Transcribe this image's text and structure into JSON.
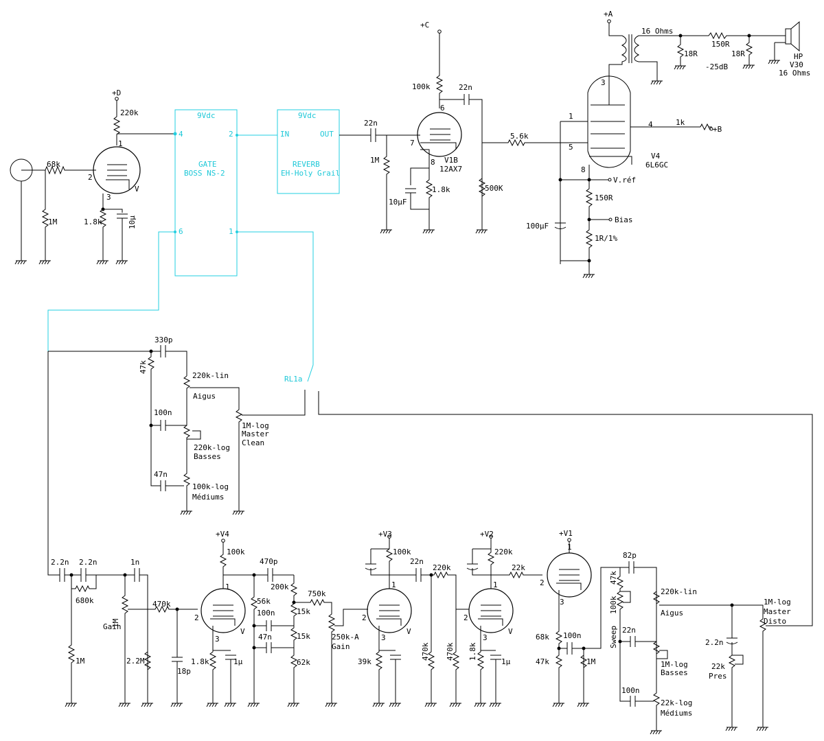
{
  "power": {
    "pD": "+D",
    "pC": "+C",
    "pA": "+A",
    "pB": "+B",
    "v1": "+V1",
    "v2": "+V2",
    "v3": "+V3",
    "v4": "+V4"
  },
  "pins": {
    "p1": "1",
    "p2": "2",
    "p3": "3",
    "p4": "4",
    "p5": "5",
    "p6": "6",
    "p7": "7",
    "p8": "8"
  },
  "tubes": {
    "v": "V",
    "v1b": "V1B",
    "tt12": "12AX7",
    "v4": "V4",
    "t6l6": "6L6GC"
  },
  "input_stage": {
    "r220k": "220k",
    "r68k": "68k",
    "r1m": "1M",
    "r18k": "1.8k",
    "c10u": "10µ"
  },
  "gate": {
    "supply": "9Vdc",
    "title": "GATE",
    "model": "BOSS NS-2",
    "pin4": "4",
    "pin2": "2",
    "pin6": "6",
    "pin1": "1"
  },
  "reverb": {
    "supply": "9Vdc",
    "in": "IN",
    "out": "OUT",
    "title": "REVERB",
    "model": "EH-Holy Grail"
  },
  "v1b_stage": {
    "c22n_in": "22n",
    "r1m": "1M",
    "r100k": "100k",
    "c22n_out": "22n",
    "r18k": "1.8k",
    "c10uf": "10µF",
    "r500k": "500K"
  },
  "power_stage": {
    "ohms16": "16 Ohms",
    "r18r_a": "18R",
    "r150r": "150R",
    "r18r_b": "18R",
    "db": "-25dB",
    "hp": "HP",
    "v30": "V30",
    "ohms": "16 Ohms",
    "r56k": "5.6k",
    "r1k": "1k",
    "vref": "V.réf",
    "r150": "150R",
    "bias": "Bias",
    "c100uf": "100µF",
    "r1r": "1R/1%"
  },
  "clean_tone": {
    "c330p": "330p",
    "r47k": "47k",
    "aigus_pot": "220k-lin",
    "aigus": "Aigus",
    "c100n": "100n",
    "master_pot": "1M-log",
    "master": "Master",
    "clean": "Clean",
    "basses_pot": "220k-log",
    "basses": "Basses",
    "c47n": "47n",
    "medium_pot": "100k-log",
    "mediums": "Médiums",
    "relay": "RL1a"
  },
  "disto": {
    "c22n_a": "2.2n",
    "c22n_b": "2.2n",
    "c1n": "1n",
    "r680k": "680k",
    "r1m_gain": "1M",
    "gain": "Gain",
    "r470k": "470k",
    "r1m": "1M",
    "r22m": "2.2M",
    "c18p": "18p",
    "v4r100k": "100k",
    "c470p": "470p",
    "r200k": "200k",
    "r56k": "56k",
    "c100n": "100n",
    "c47n": "47n",
    "r15k_a": "15k",
    "r15k_b": "15k",
    "r62k": "62k",
    "r750k": "750k",
    "pot250k": "250k-A",
    "gain2": "Gain",
    "r18k_v4": "1.8k",
    "c1u_v4": "1µ",
    "v3r100k": "100k",
    "c22n": "22n",
    "r220k": "220k",
    "r39k": "39k",
    "r470k_a": "470k",
    "r470k_b": "470k",
    "v2r220k": "220k",
    "r22k": "22k",
    "r18k_v2": "1.8k",
    "c1u_v2": "1µ",
    "r68k": "68k",
    "c100n_v1": "100n",
    "r47k": "47k",
    "r1m_v1": "1M"
  },
  "disto_tone": {
    "c82p": "82p",
    "r47k": "47k",
    "sweep": "Sweep",
    "r100k": "100k",
    "aigus_pot": "220k-lin",
    "aigus": "Aigus",
    "c22n": "22n",
    "basses_pot": "1M-log",
    "basses": "Basses",
    "c100n": "100n",
    "medium_pot": "22k-log",
    "mediums": "Médiums",
    "c22n_pres": "2.2n",
    "r22k": "22k",
    "pres": "Pres",
    "master_pot": "1M-log",
    "master": "Master",
    "disto": "Disto"
  },
  "colors": {
    "wire": "#000000",
    "pedal": "#22cfe0"
  }
}
